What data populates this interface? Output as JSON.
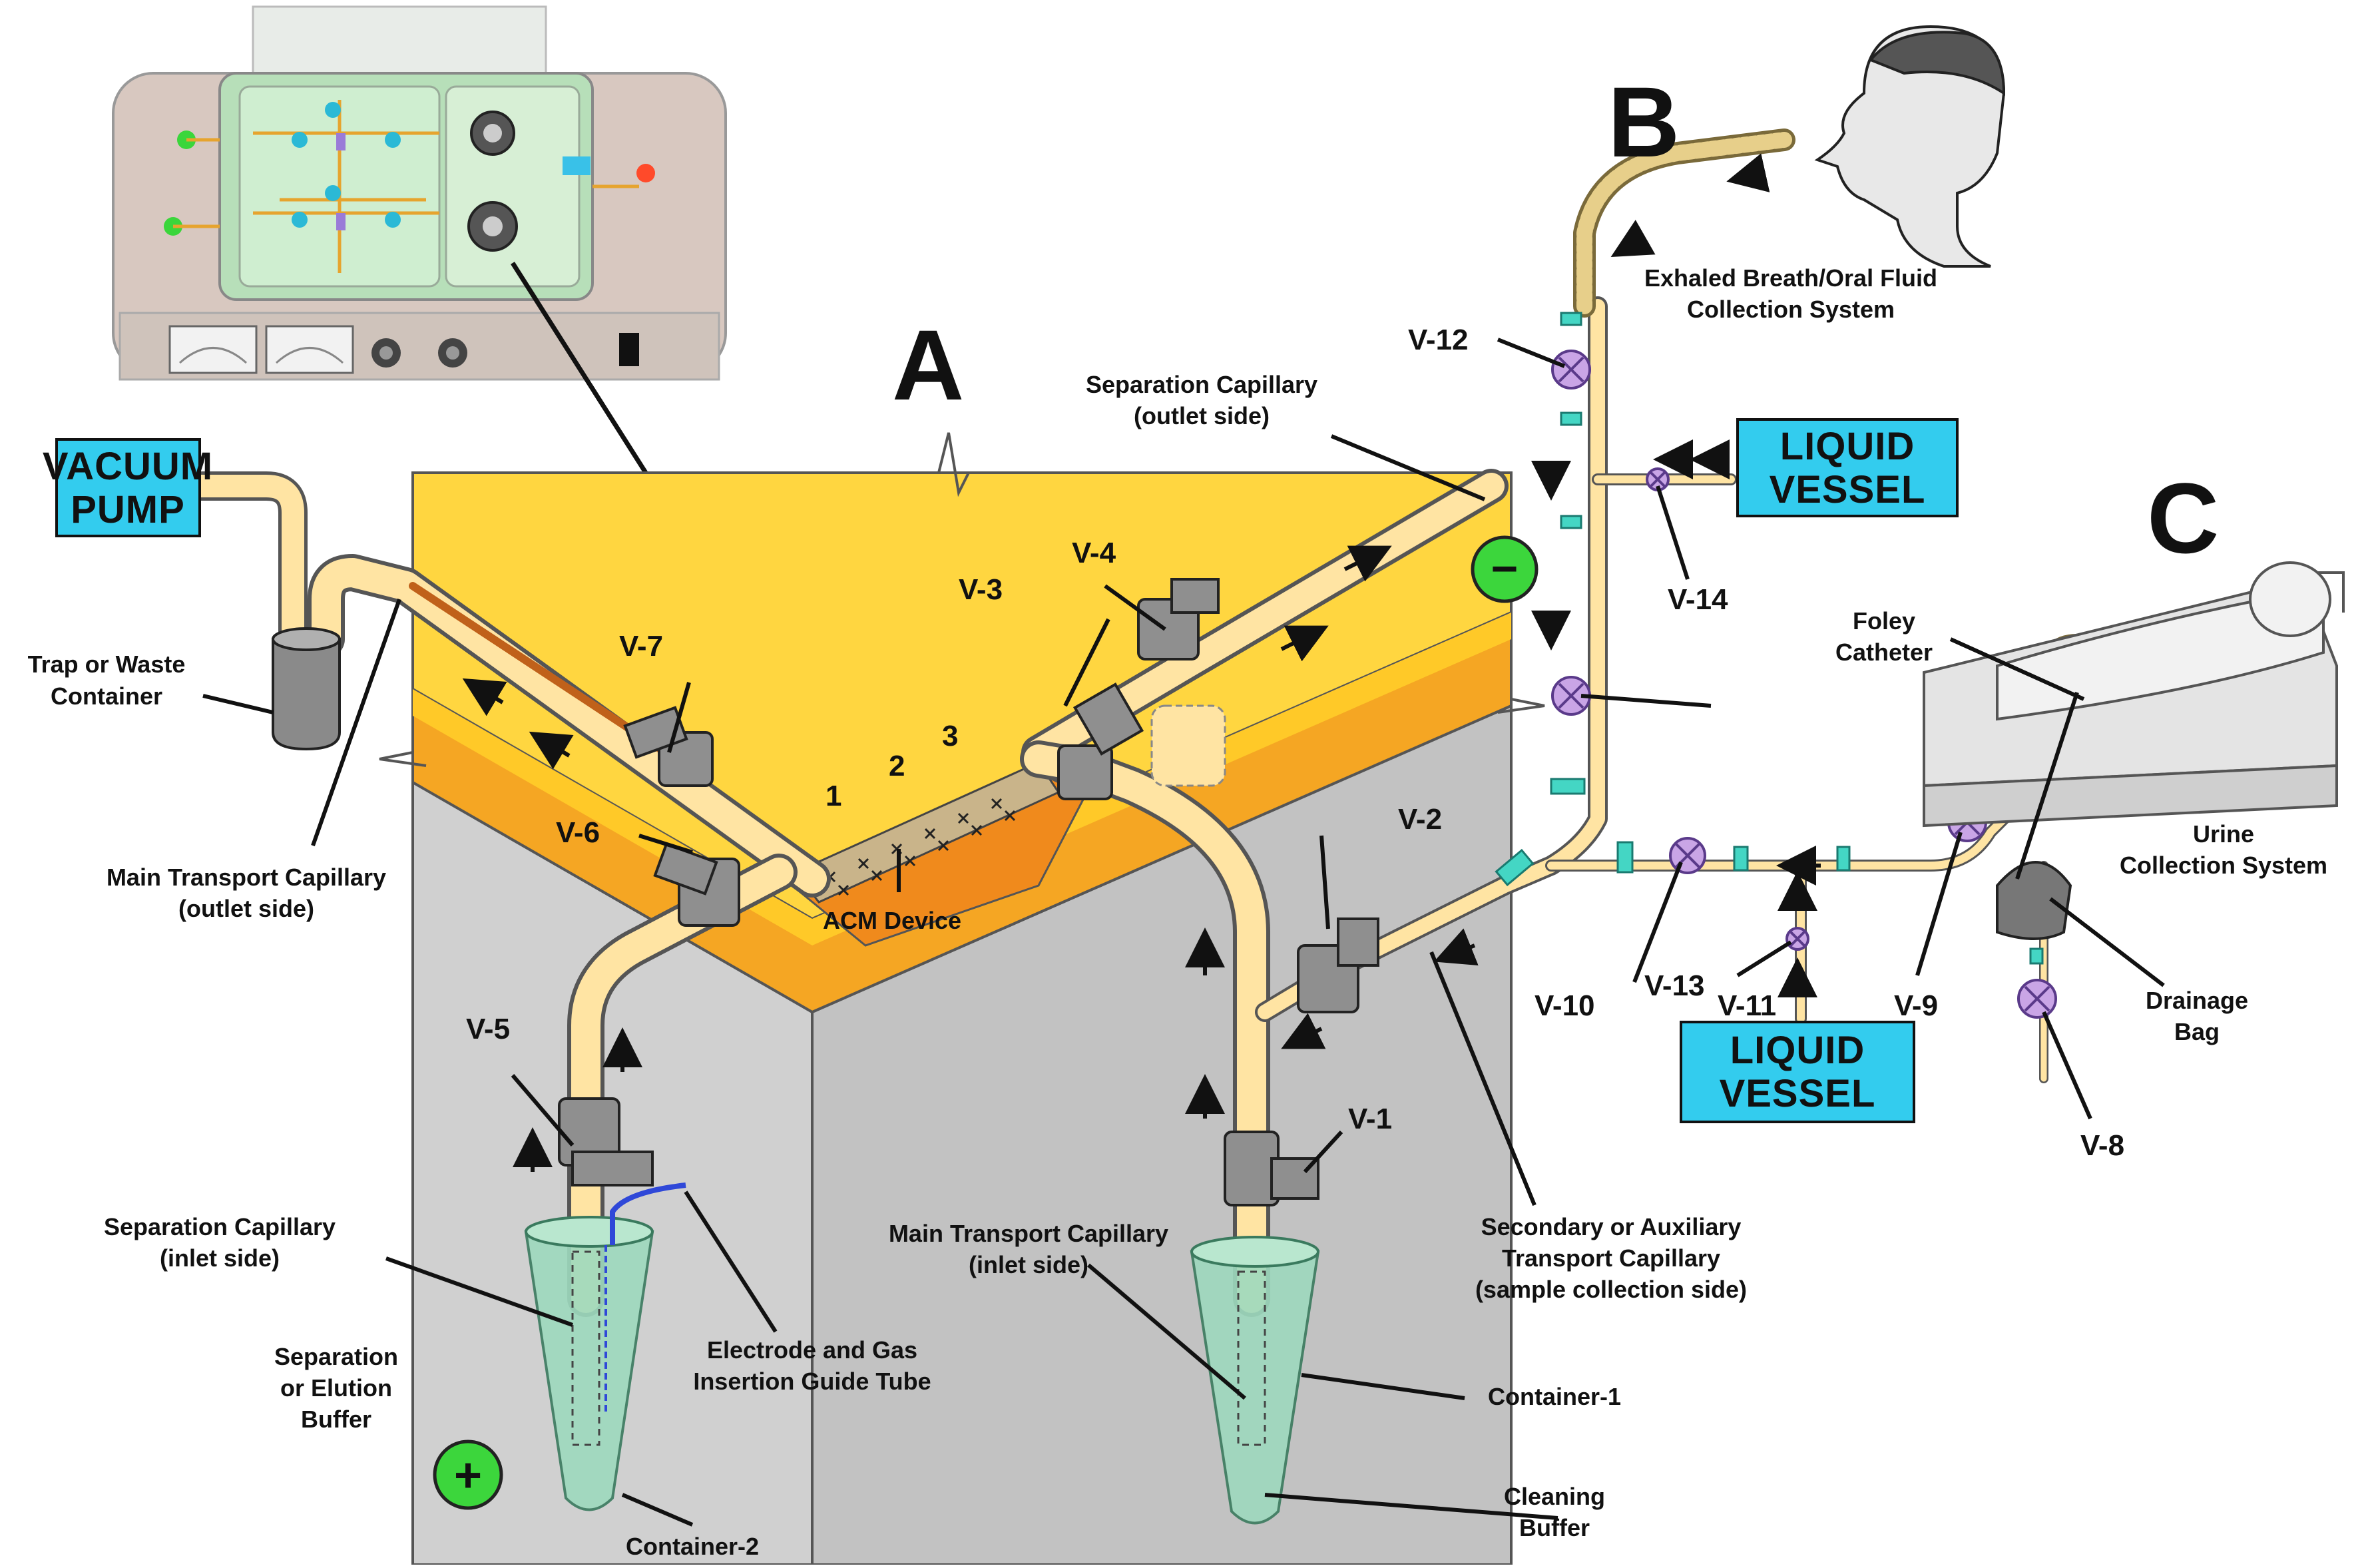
{
  "panels": {
    "a": "A",
    "b": "B",
    "c": "C"
  },
  "boxes": {
    "vacuum_pump": [
      "VACUUM",
      "PUMP"
    ],
    "liquid_vessel_top": [
      "LIQUID",
      "VESSEL"
    ],
    "liquid_vessel_bottom": [
      "LIQUID",
      "VESSEL"
    ]
  },
  "valves": [
    "V-1",
    "V-2",
    "V-3",
    "V-4",
    "V-5",
    "V-6",
    "V-7",
    "V-8",
    "V-9",
    "V-10",
    "V-11",
    "V-12",
    "V-13",
    "V-14"
  ],
  "electrodes": {
    "negative": "−",
    "positive": "+"
  },
  "acm_sites": [
    "1",
    "2",
    "3"
  ],
  "labels": {
    "trap": [
      "Trap or Waste",
      "Container"
    ],
    "main_outlet": [
      "Main Transport Capillary",
      "(outlet side)"
    ],
    "sep_outlet": [
      "Separation Capillary",
      "(outlet side)"
    ],
    "acm_device": "ACM Device",
    "sep_inlet": [
      "Separation Capillary",
      "(inlet side)"
    ],
    "electrode_guide": [
      "Electrode and Gas",
      "Insertion Guide Tube"
    ],
    "elution_buffer": [
      "Separation",
      "or Elution",
      "Buffer"
    ],
    "container2": "Container-2",
    "main_inlet": [
      "Main Transport Capillary",
      "(inlet side)"
    ],
    "container1": "Container-1",
    "cleaning_buffer": [
      "Cleaning",
      "Buffer"
    ],
    "secondary": [
      "Secondary or Auxiliary",
      "Transport Capillary",
      "(sample collection side)"
    ],
    "exhaled": [
      "Exhaled Breath/Oral Fluid",
      "Collection System"
    ],
    "foley": [
      "Foley",
      "Catheter"
    ],
    "urine": [
      "Urine",
      "Collection System"
    ],
    "drainage": [
      "Drainage",
      "Bag"
    ]
  },
  "colors": {
    "block_top": "#FFD640",
    "block_band": "#F5A623",
    "block_side": "#D9D9D9",
    "tube": "#FFE4A3",
    "box_fill": "#33CCEE",
    "valve_purple": "#C9A5E6",
    "connector": "#44D6C4",
    "container_green": "#9ED9BE",
    "electrode_green": "#3CD63C"
  }
}
